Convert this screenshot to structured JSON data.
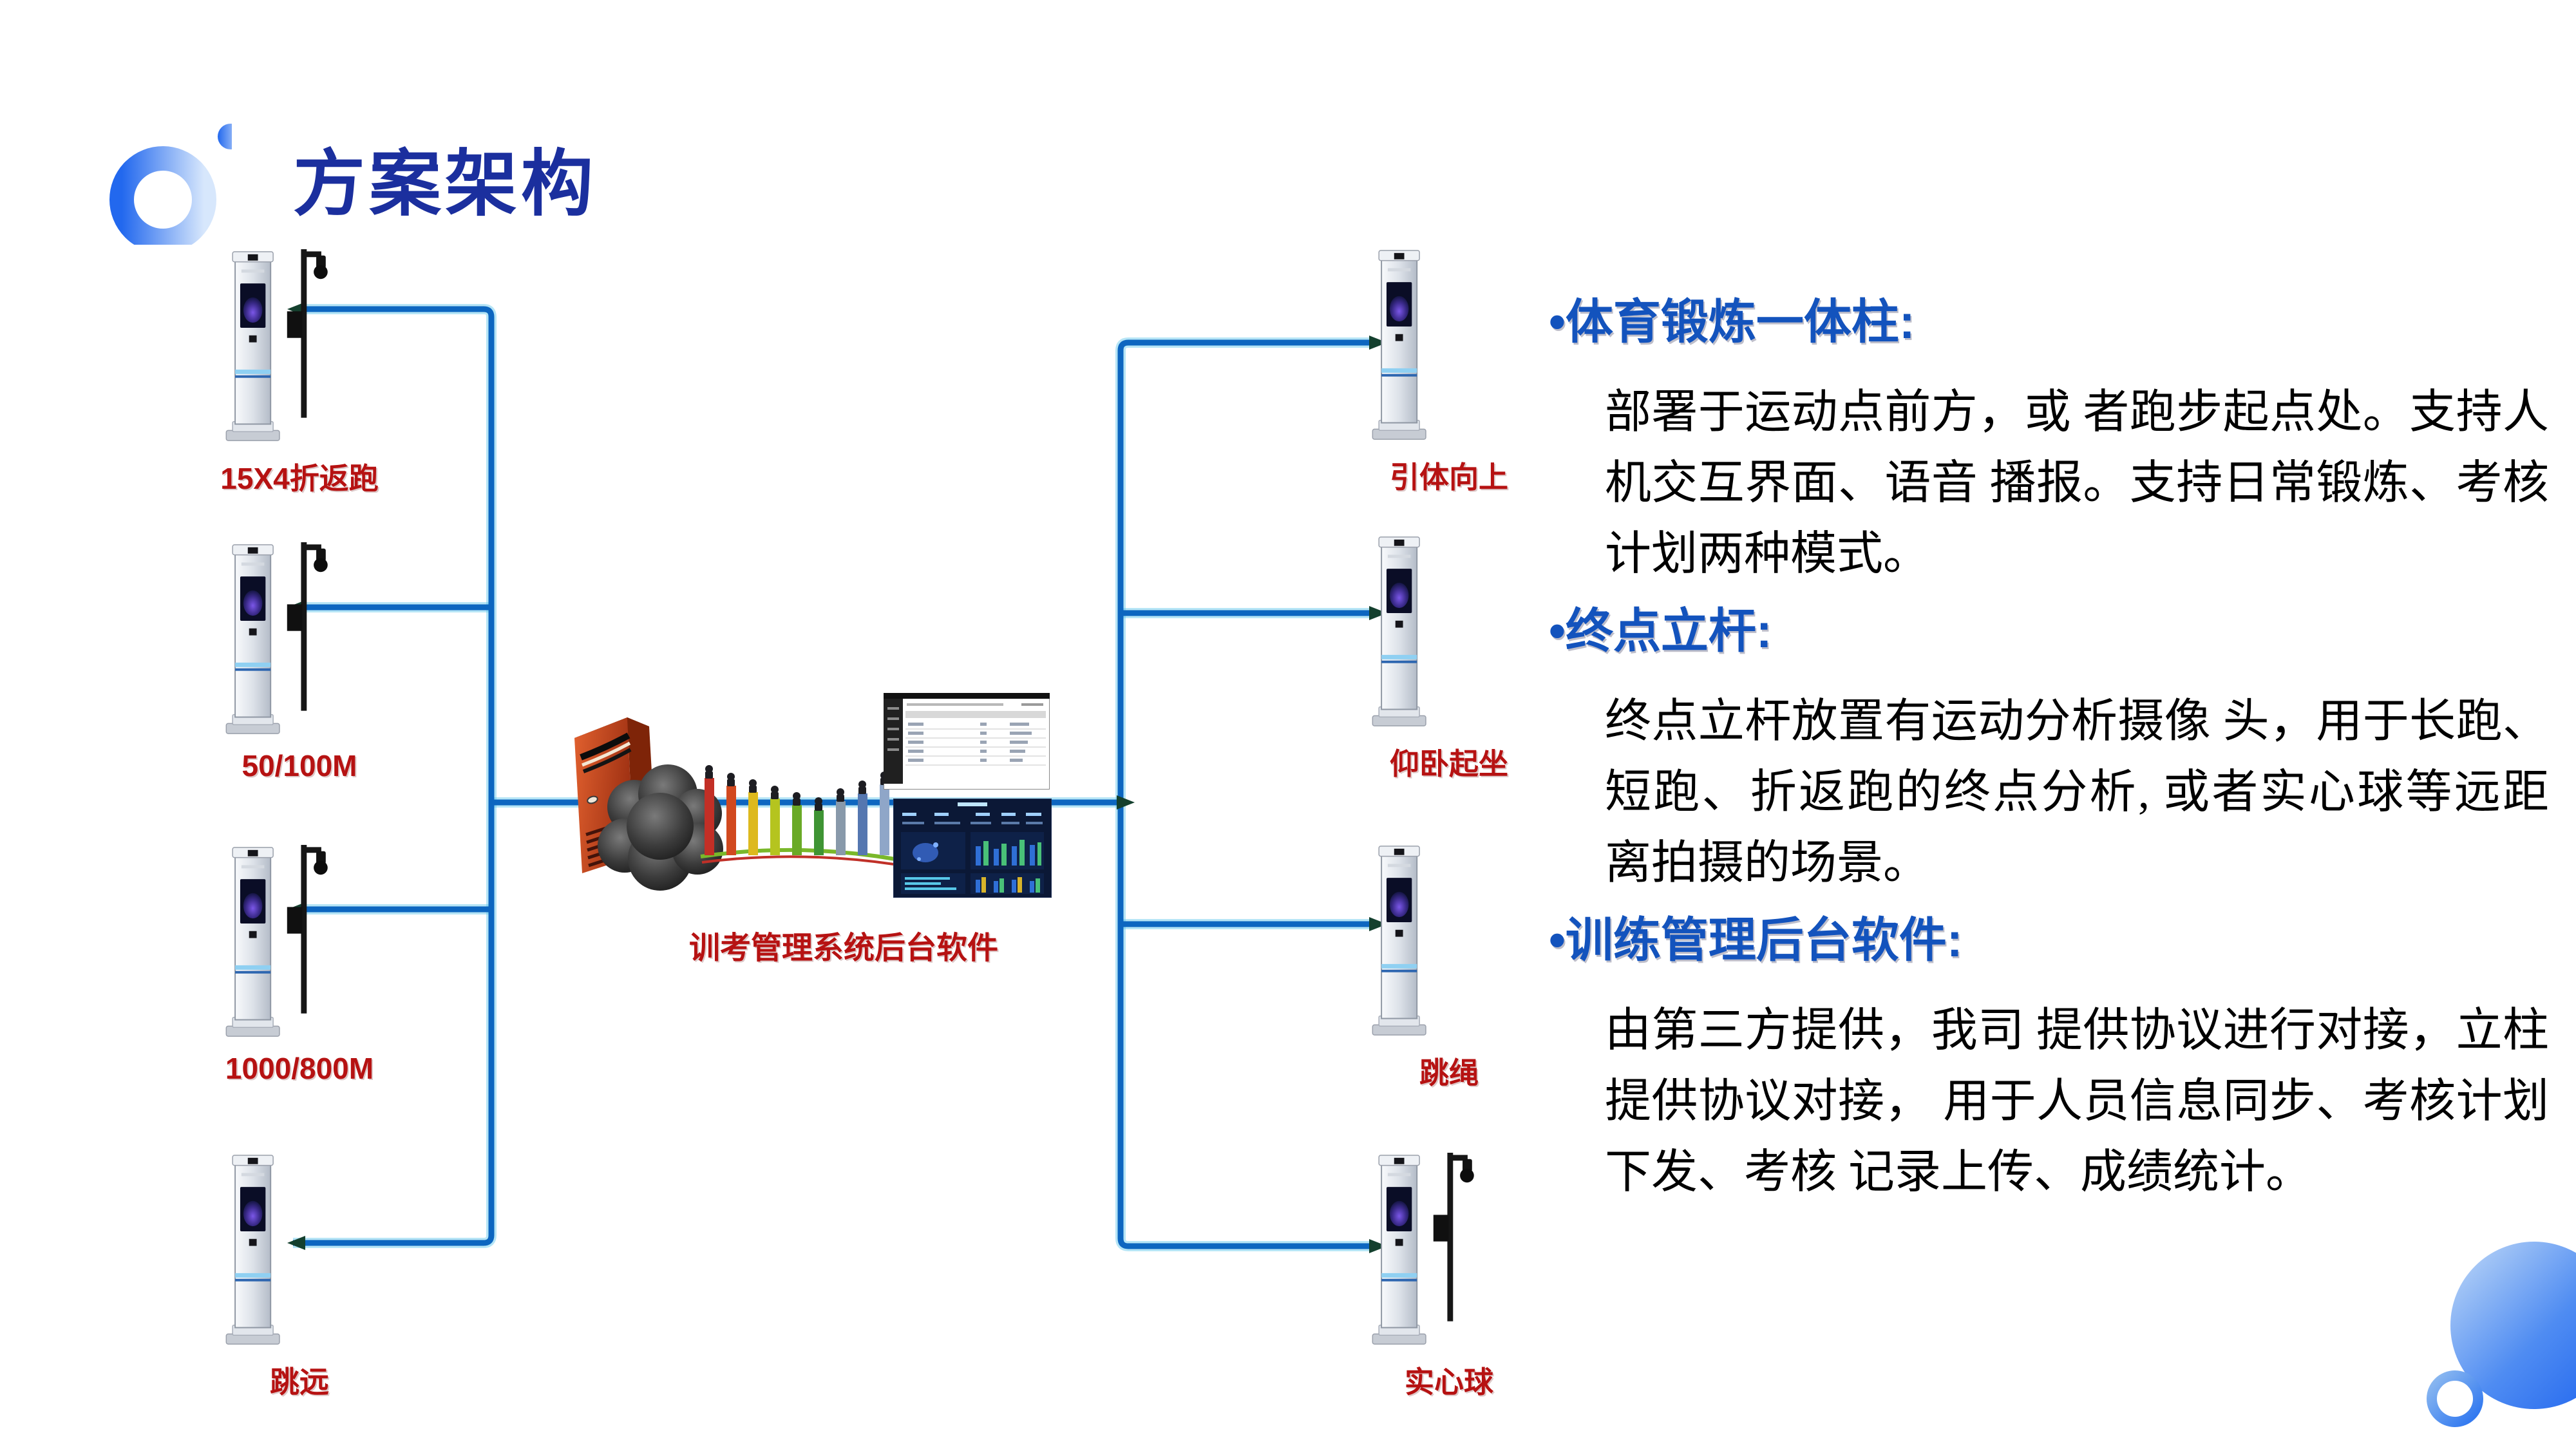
{
  "slide": {
    "title": "方案架构"
  },
  "diagram": {
    "left_devices": [
      {
        "label": "15X4折返跑",
        "camera_pole": true
      },
      {
        "label": "50/100M",
        "camera_pole": true
      },
      {
        "label": "1000/800M",
        "camera_pole": true
      },
      {
        "label": "跳远",
        "camera_pole": false
      }
    ],
    "right_devices": [
      {
        "label": "引体向上",
        "camera_pole": false
      },
      {
        "label": "仰卧起坐",
        "camera_pole": false
      },
      {
        "label": "跳绳",
        "camera_pole": false
      },
      {
        "label": "实心球",
        "camera_pole": true
      }
    ],
    "center_label": "训考管理系统后台软件"
  },
  "panel": {
    "sections": [
      {
        "heading": "•体育锻炼一体柱:",
        "body": "部署于运动点前方，或 者跑步起点处。支持人机交互界面、语音 播报。支持日常锻炼、考核计划两种模式。"
      },
      {
        "heading": "•终点立杆:",
        "body": "终点立杆放置有运动分析摄像 头，用于长跑、短跑、折返跑的终点分析, 或者实心球等远距离拍摄的场景。"
      },
      {
        "heading": "•训练管理后台软件:",
        "body": "由第三方提供，我司 提供协议进行对接，立柱提供协议对接， 用于人员信息同步、考核计划下发、考核 记录上传、成绩统计。"
      }
    ]
  },
  "colors": {
    "title_navy": "#1b2f9e",
    "heading_blue": "#1353bd",
    "label_red": "#b61212",
    "wire_blue": "#0d66c0",
    "wire_glow": "#5ec6ec",
    "server_orange": "#c8431f",
    "logo_blue": "#2268ee"
  }
}
